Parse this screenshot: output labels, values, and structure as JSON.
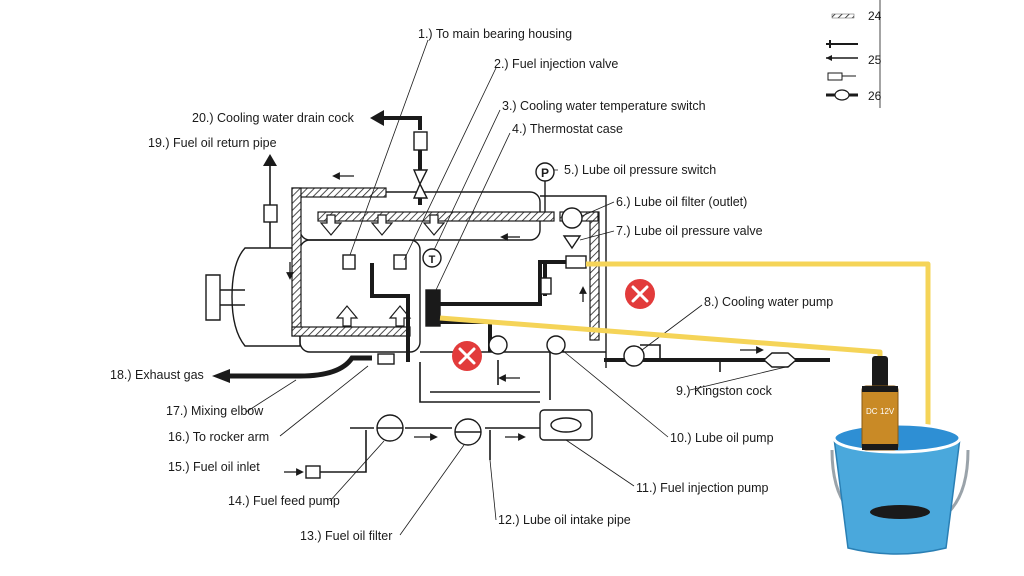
{
  "labels": {
    "l1": "1.) To main bearing housing",
    "l2": "2.) Fuel injection valve",
    "l3": "3.) Cooling water temperature switch",
    "l4": "4.) Thermostat case",
    "l5": "5.) Lube oil pressure switch",
    "l6": "6.) Lube oil filter (outlet)",
    "l7": "7.) Lube oil pressure valve",
    "l8": "8.) Cooling water pump",
    "l9": "9.) Kingston cock",
    "l10": "10.) Lube oil pump",
    "l11": "11.) Fuel injection pump",
    "l12": "12.) Lube oil intake pipe",
    "l13": "13.) Fuel oil filter",
    "l14": "14.) Fuel feed pump",
    "l15": "15.) Fuel oil inlet",
    "l16": "16.) To rocker arm",
    "l17": "17.) Mixing elbow",
    "l18": "18.) Exhaust gas",
    "l19": "19.) Fuel oil return pipe",
    "l20": "20.) Cooling water drain cock"
  },
  "legend": {
    "n24": "24",
    "n25": "25",
    "n26": "26"
  },
  "pump": {
    "voltage_label": "DC",
    "volt_value": "12V"
  },
  "colors": {
    "hose": "#f5d458",
    "bucket": "#4aa8dc",
    "water": "#2e8fd4",
    "pump_body": "#c98a26",
    "x_mark": "#e23b3b",
    "line": "#1a1a1a"
  },
  "icons": {
    "x_mark": "x-icon",
    "pressure_switch": "p-gauge-icon",
    "temp_switch": "t-gauge-icon"
  }
}
